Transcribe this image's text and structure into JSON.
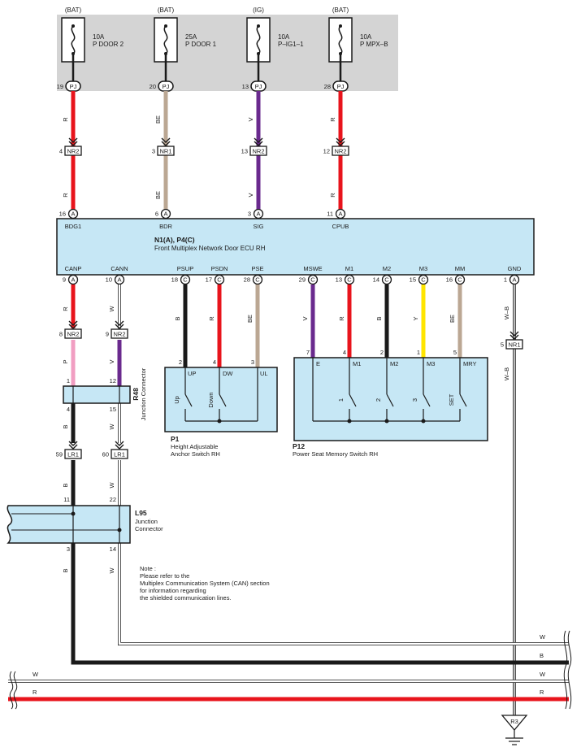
{
  "fuse_sources": [
    {
      "id": "f1",
      "source": "(BAT)",
      "rating": "10A",
      "name": "P DOOR 2",
      "pin": "19",
      "conn": "PJ"
    },
    {
      "id": "f2",
      "source": "(BAT)",
      "rating": "25A",
      "name": "P DOOR 1",
      "pin": "20",
      "conn": "PJ"
    },
    {
      "id": "f3",
      "source": "(IG)",
      "rating": "10A",
      "name": "P–IG1–1",
      "pin": "13",
      "conn": "PJ"
    },
    {
      "id": "f4",
      "source": "(BAT)",
      "rating": "10A",
      "name": "P MPX–B",
      "pin": "28",
      "conn": "PJ"
    }
  ],
  "ecu": {
    "title": "N1(A), P4(C)",
    "subtitle": "Front Multiplex Network Door ECU RH",
    "top_pins": [
      {
        "num": "16",
        "conn": "A",
        "label": "BDG1"
      },
      {
        "num": "6",
        "conn": "A",
        "label": "BDR"
      },
      {
        "num": "3",
        "conn": "A",
        "label": "SIG"
      },
      {
        "num": "11",
        "conn": "A",
        "label": "CPUB"
      }
    ],
    "bottom_pins": [
      {
        "num": "9",
        "conn": "A",
        "label": "CANP"
      },
      {
        "num": "10",
        "conn": "A",
        "label": "CANN"
      },
      {
        "num": "18",
        "conn": "C",
        "label": "PSUP"
      },
      {
        "num": "17",
        "conn": "C",
        "label": "PSDN"
      },
      {
        "num": "28",
        "conn": "C",
        "label": "PSE"
      },
      {
        "num": "29",
        "conn": "C",
        "label": "MSWE"
      },
      {
        "num": "13",
        "conn": "C",
        "label": "M1"
      },
      {
        "num": "14",
        "conn": "C",
        "label": "M2"
      },
      {
        "num": "15",
        "conn": "C",
        "label": "M3"
      },
      {
        "num": "16",
        "conn": "C",
        "label": "MM"
      },
      {
        "num": "1",
        "conn": "A",
        "label": "GND"
      }
    ]
  },
  "wire_colors": {
    "R": "#e8141c",
    "BE": "#bba793",
    "V": "#6a2a8e",
    "B": "#1a1a1a",
    "Y": "#ffe500",
    "P": "#f19ec2",
    "W": "#ffffff",
    "W-B": "#ffffff"
  },
  "wire_codes": {
    "R": "R",
    "BE": "BE",
    "V": "V",
    "B": "B",
    "Y": "Y",
    "P": "P",
    "W": "W",
    "WB": "W–B"
  },
  "inline_connectors": {
    "nr2_top_1": {
      "pin": "4",
      "name": "NR2"
    },
    "nr1_top": {
      "pin": "3",
      "name": "NR1"
    },
    "nr2_top_2": {
      "pin": "13",
      "name": "NR2"
    },
    "nr2_top_3": {
      "pin": "12",
      "name": "NR2"
    },
    "nr2_canp": {
      "pin": "8",
      "name": "NR2"
    },
    "nr2_cann": {
      "pin": "9",
      "name": "NR2"
    },
    "nr1_gnd": {
      "pin": "5",
      "name": "NR1"
    },
    "lr1_a": {
      "pin": "59",
      "name": "LR1"
    },
    "lr1_b": {
      "pin": "60",
      "name": "LR1"
    }
  },
  "r48": {
    "id": "R48",
    "name": "Junction Connector",
    "pins": {
      "in1": "1",
      "in2": "12",
      "out1": "4",
      "out2": "15"
    }
  },
  "l95": {
    "id": "L95",
    "name": "Junction",
    "name2": "Connector",
    "pins": {
      "in1": "11",
      "in2": "22",
      "out1": "3",
      "out2": "14"
    }
  },
  "p1": {
    "id": "P1",
    "name": "Height Adjustable",
    "name2": "Anchor Switch RH",
    "pins": [
      {
        "num": "2",
        "label": "UP"
      },
      {
        "num": "4",
        "label": "DW"
      },
      {
        "num": "3",
        "label": "UL"
      }
    ],
    "switches": [
      "Up",
      "Down"
    ]
  },
  "p12": {
    "id": "P12",
    "name": "Power Seat Memory Switch RH",
    "pins": [
      {
        "num": "7",
        "label": "E"
      },
      {
        "num": "4",
        "label": "M1"
      },
      {
        "num": "2",
        "label": "M2"
      },
      {
        "num": "1",
        "label": "M3"
      },
      {
        "num": "5",
        "label": "MRY"
      }
    ],
    "switches": [
      "1",
      "2",
      "3",
      "SET"
    ]
  },
  "note": {
    "title": "Note :",
    "lines": [
      "Please refer to the",
      "Multiplex Communication System (CAN) section",
      "for information regarding",
      "the shielded communication lines."
    ]
  },
  "bus_labels": {
    "w_upper": "W",
    "b": "B",
    "w_lower": "W",
    "r": "R"
  },
  "ground": {
    "id": "R3"
  }
}
